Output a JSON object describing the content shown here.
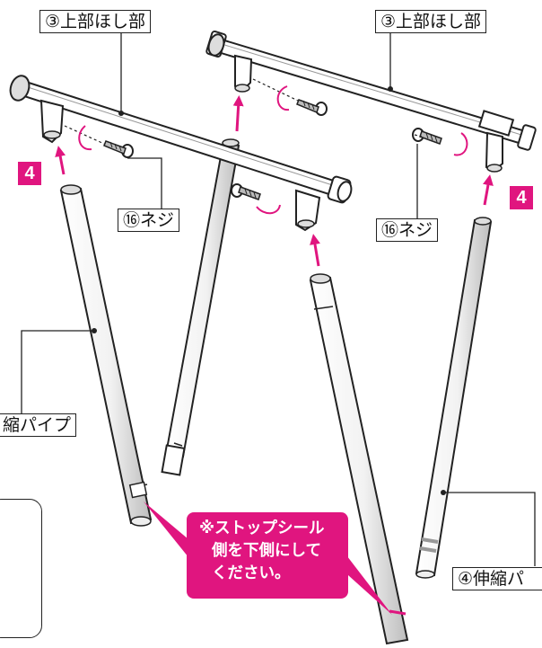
{
  "labels": {
    "top_bar_left": "③上部ほし部",
    "top_bar_right": "③上部ほし部",
    "screw_left": "⑯ネジ",
    "screw_right": "⑯ネジ",
    "pipe_left": "縮パイプ",
    "pipe_right": "④伸縮パ"
  },
  "steps": {
    "left": "4",
    "right": "4"
  },
  "note": {
    "line1": "※ストップシール",
    "line2": "側を下側にして",
    "line3": "ください。"
  },
  "colors": {
    "accent": "#e0157f",
    "ink": "#222222"
  }
}
